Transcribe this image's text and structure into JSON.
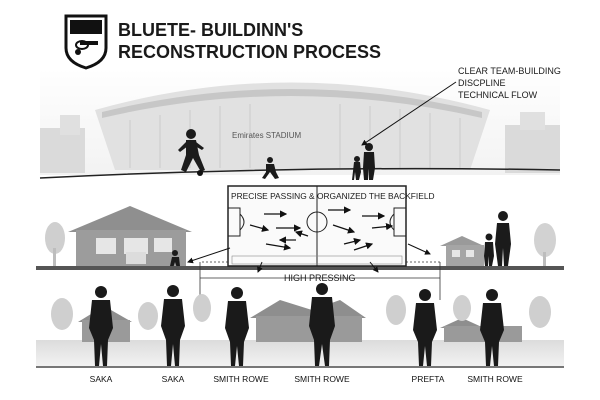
{
  "title": {
    "line1": "BLUETE- BUILDINN'S",
    "line2": "RECONSTRUCTION PROCESS"
  },
  "stadium_sign": "Emirates STADIUM",
  "annotation": {
    "lines": [
      "CLEAR TEAM-BUILDING",
      "DISCPLINE",
      "TECHNICAL FLOW"
    ]
  },
  "pitch": {
    "label": "PRECISE PASSING & ORGANIZED THE BACKFIELD"
  },
  "pressing": {
    "label": "HIGH PRESSING"
  },
  "players": [
    "SAKA",
    "SAKA",
    "SMITH ROWE",
    "SMITH ROWE",
    "PREFTA",
    "SMITH ROWE"
  ],
  "icons": {
    "crest": "cannon-crest-icon"
  }
}
